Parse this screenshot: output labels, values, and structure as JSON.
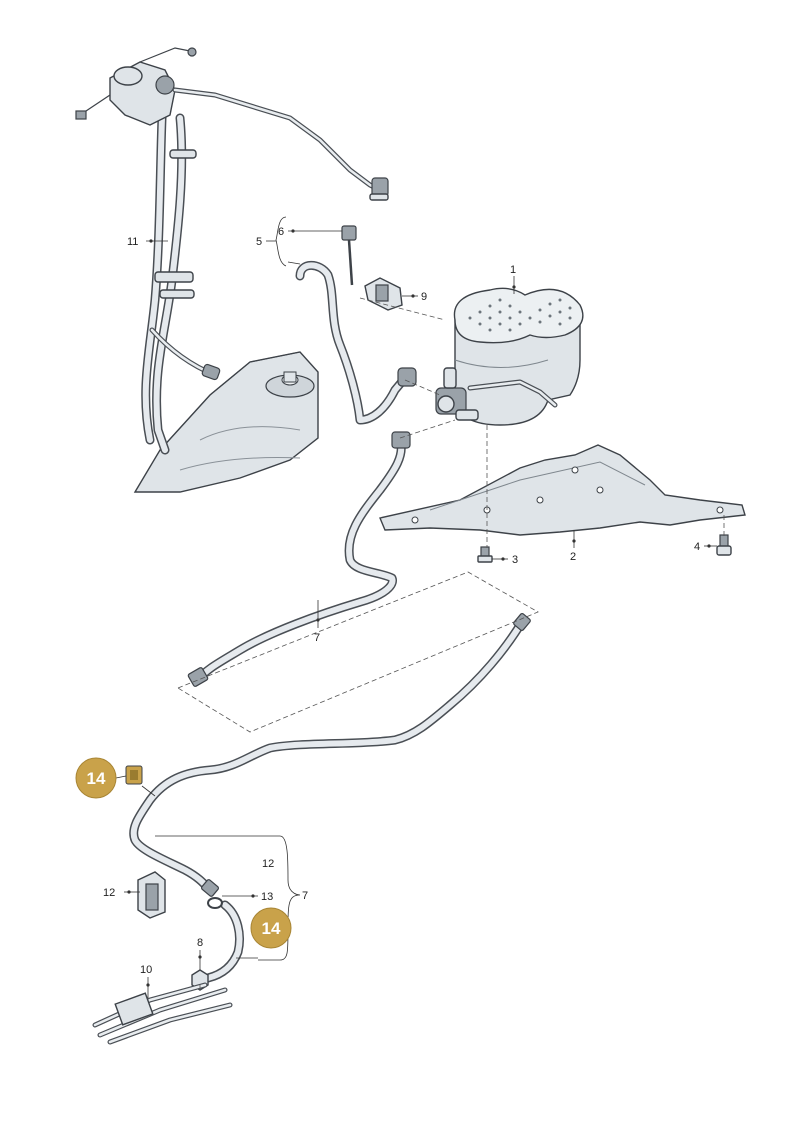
{
  "callouts": {
    "c1": "1",
    "c2": "2",
    "c3": "3",
    "c4": "4",
    "c5": "5",
    "c6": "6",
    "c7a": "7",
    "c7b": "7",
    "c8": "8",
    "c9": "9",
    "c10": "10",
    "c11": "11",
    "c12a": "12",
    "c12b": "12",
    "c13": "13"
  },
  "badges": {
    "b14a": "14",
    "b14b": "14"
  },
  "colors": {
    "badge": "#c9a24a",
    "badge_border": "#a88534",
    "line": "#333333",
    "part_light": "#dfe4e8",
    "part_dark": "#9aa2a9"
  }
}
